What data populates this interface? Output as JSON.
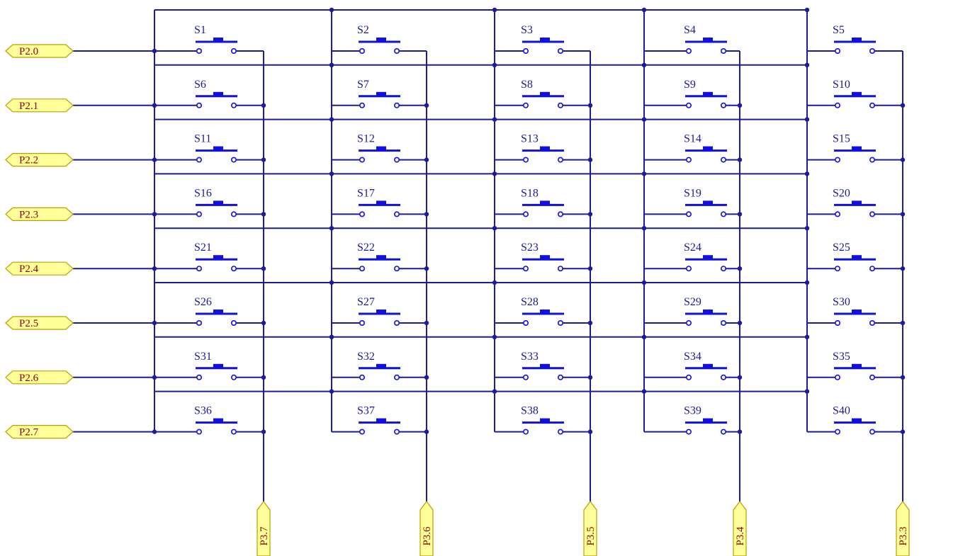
{
  "colors": {
    "wire": "#1c1c96",
    "switch": "#1010e0",
    "switch_label": "#1a1a99",
    "port_fill": "#ffff99",
    "port_stroke": "#b8a000",
    "port_text": "#8b0000",
    "background": "#ffffff"
  },
  "row_ports": [
    "P2.0",
    "P2.1",
    "P2.2",
    "P2.3",
    "P2.4",
    "P2.5",
    "P2.6",
    "P2.7"
  ],
  "column_ports": [
    "P3.7",
    "P3.6",
    "P3.5",
    "P3.4",
    "P3.3"
  ],
  "switches": [
    "S1",
    "S2",
    "S3",
    "S4",
    "S5",
    "S6",
    "S7",
    "S8",
    "S9",
    "S10",
    "S11",
    "S12",
    "S13",
    "S14",
    "S15",
    "S16",
    "S17",
    "S18",
    "S19",
    "S20",
    "S21",
    "S22",
    "S23",
    "S24",
    "S25",
    "S26",
    "S27",
    "S28",
    "S29",
    "S30",
    "S31",
    "S32",
    "S33",
    "S34",
    "S35",
    "S36",
    "S37",
    "S38",
    "S39",
    "S40"
  ]
}
